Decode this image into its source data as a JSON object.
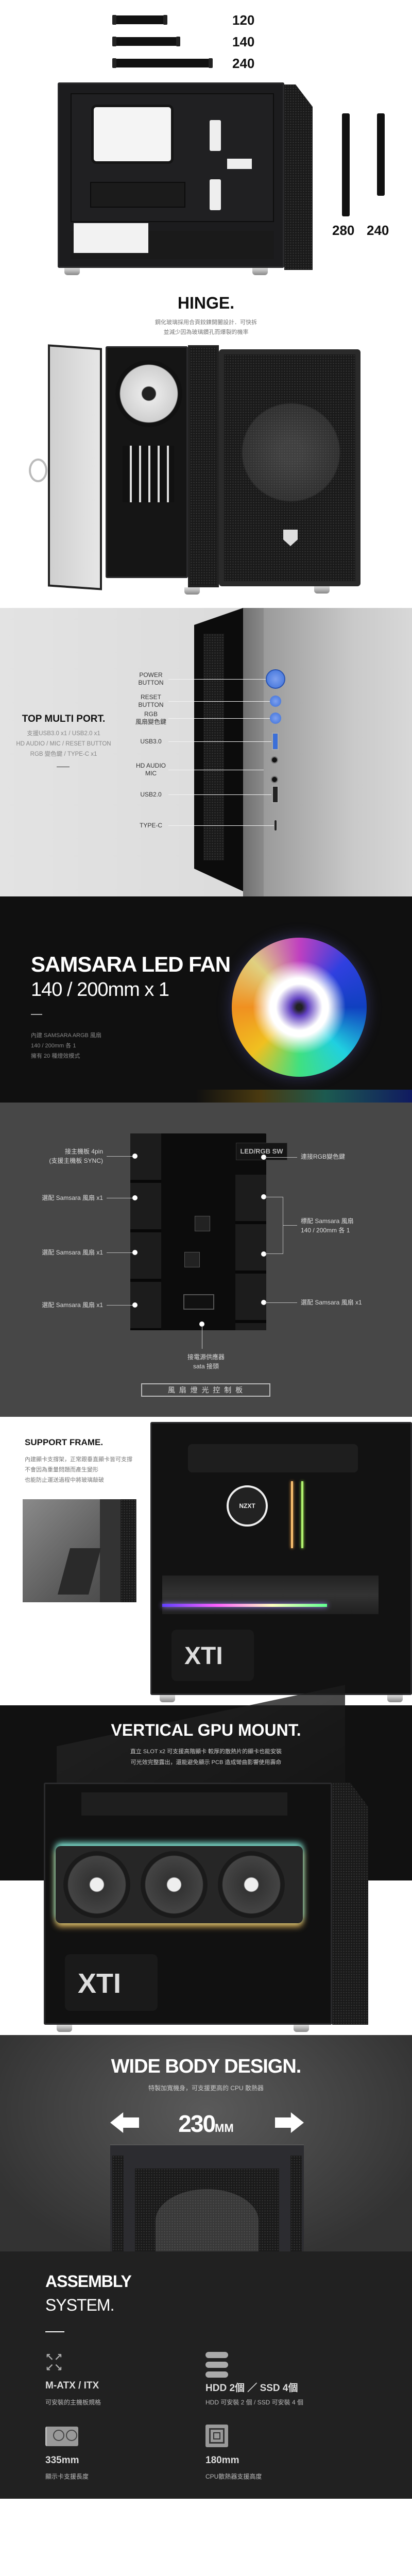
{
  "radiator": {
    "top_sizes": [
      "120",
      "140",
      "240"
    ],
    "side_sizes": [
      "280",
      "240"
    ]
  },
  "hinge": {
    "title": "HINGE.",
    "desc": [
      "鋼化玻璃採用合頁鉸鍊開闔設計．可快拆",
      "並減少因為玻璃鑽孔而爆裂的機率"
    ]
  },
  "top_port": {
    "title": "TOP MULTI PORT.",
    "desc": [
      "支援USB3.0 x1 / USB2.0 x1",
      "HD AUDIO / MIC / RESET BUTTON",
      "RGB 變色鍵 / TYPE-C x1"
    ],
    "labels": [
      {
        "line1": "POWER",
        "line2": "BUTTON"
      },
      {
        "line1": "RESET",
        "line2": "BUTTON"
      },
      {
        "line1": "RGB",
        "line2": "風扇變色鍵"
      },
      {
        "line1": "USB3.0",
        "line2": ""
      },
      {
        "line1": "HD AUDIO",
        "line2": "MIC"
      },
      {
        "line1": "USB2.0",
        "line2": ""
      },
      {
        "line1": "TYPE-C",
        "line2": ""
      }
    ],
    "accent": "#3b6fd8"
  },
  "led_fan": {
    "title": "SAMSARA LED FAN",
    "subtitle": "140 / 200mm x 1",
    "desc": [
      "內建 SAMSARA ARGB 風扇",
      "140 / 200mm 各 1",
      "擁有 20 種燈效模式"
    ]
  },
  "controller": {
    "left_labels": [
      {
        "line1": "接主機板 4pin",
        "line2": "(支援主機板 SYNC)"
      },
      {
        "line1": "選配 Samsara 風扇 x1",
        "line2": ""
      },
      {
        "line1": "選配 Samsara 風扇 x1",
        "line2": ""
      },
      {
        "line1": "選配 Samsara 風扇 x1",
        "line2": ""
      }
    ],
    "right_labels": [
      {
        "line1": "連接RGB變色鍵",
        "line2": ""
      },
      {
        "line1": "標配 Samsara 風扇",
        "line2": "140 / 200mm 各 1"
      },
      {
        "line1": "選配 Samsara 風扇 x1",
        "line2": ""
      }
    ],
    "bottom_label": [
      "接電源供應器",
      "sata 接頭"
    ],
    "board_sw_label": "LED/RGB SW",
    "caption": "風 扇 燈 光 控 制 板"
  },
  "support_frame": {
    "title": "SUPPORT FRAME.",
    "desc": [
      "內建顯卡支撐架，正常跟垂直顯卡皆可支撐",
      "不會因為重量問題而產生變形",
      "也能防止運送過程中將玻璃敲破"
    ]
  },
  "vertical_gpu": {
    "title": "VERTICAL GPU MOUNT.",
    "desc": [
      "直立 SLOT x2 可支援高階顯卡 較厚的散熱片的顯卡也能安裝",
      "可光效完整露出，還能避免顯示 PCB 造成彎曲影響使用壽命"
    ]
  },
  "wide_body": {
    "title": "WIDE BODY DESIGN.",
    "desc": "特製加寬機身，可支援更高的 CPU 散熱器",
    "width_value": "230",
    "width_unit": "MM"
  },
  "assembly": {
    "title1": "ASSEMBLY",
    "title2": "SYSTEM.",
    "specs": [
      {
        "icon": "expand-arrows-icon",
        "label": "M-ATX / ITX",
        "desc": "可安裝的主機板規格"
      },
      {
        "icon": "drive-stack-icon",
        "label": "HDD 2個 ／ SSD 4個",
        "desc": "HDD 可安裝 2 個 / SSD 可安裝 4 個"
      },
      {
        "icon": "graphics-card-icon",
        "label": "335mm",
        "desc": "顯示卡支援長度"
      },
      {
        "icon": "cpu-chip-icon",
        "label": "180mm",
        "desc": "CPU散熱器支援高度"
      }
    ]
  }
}
